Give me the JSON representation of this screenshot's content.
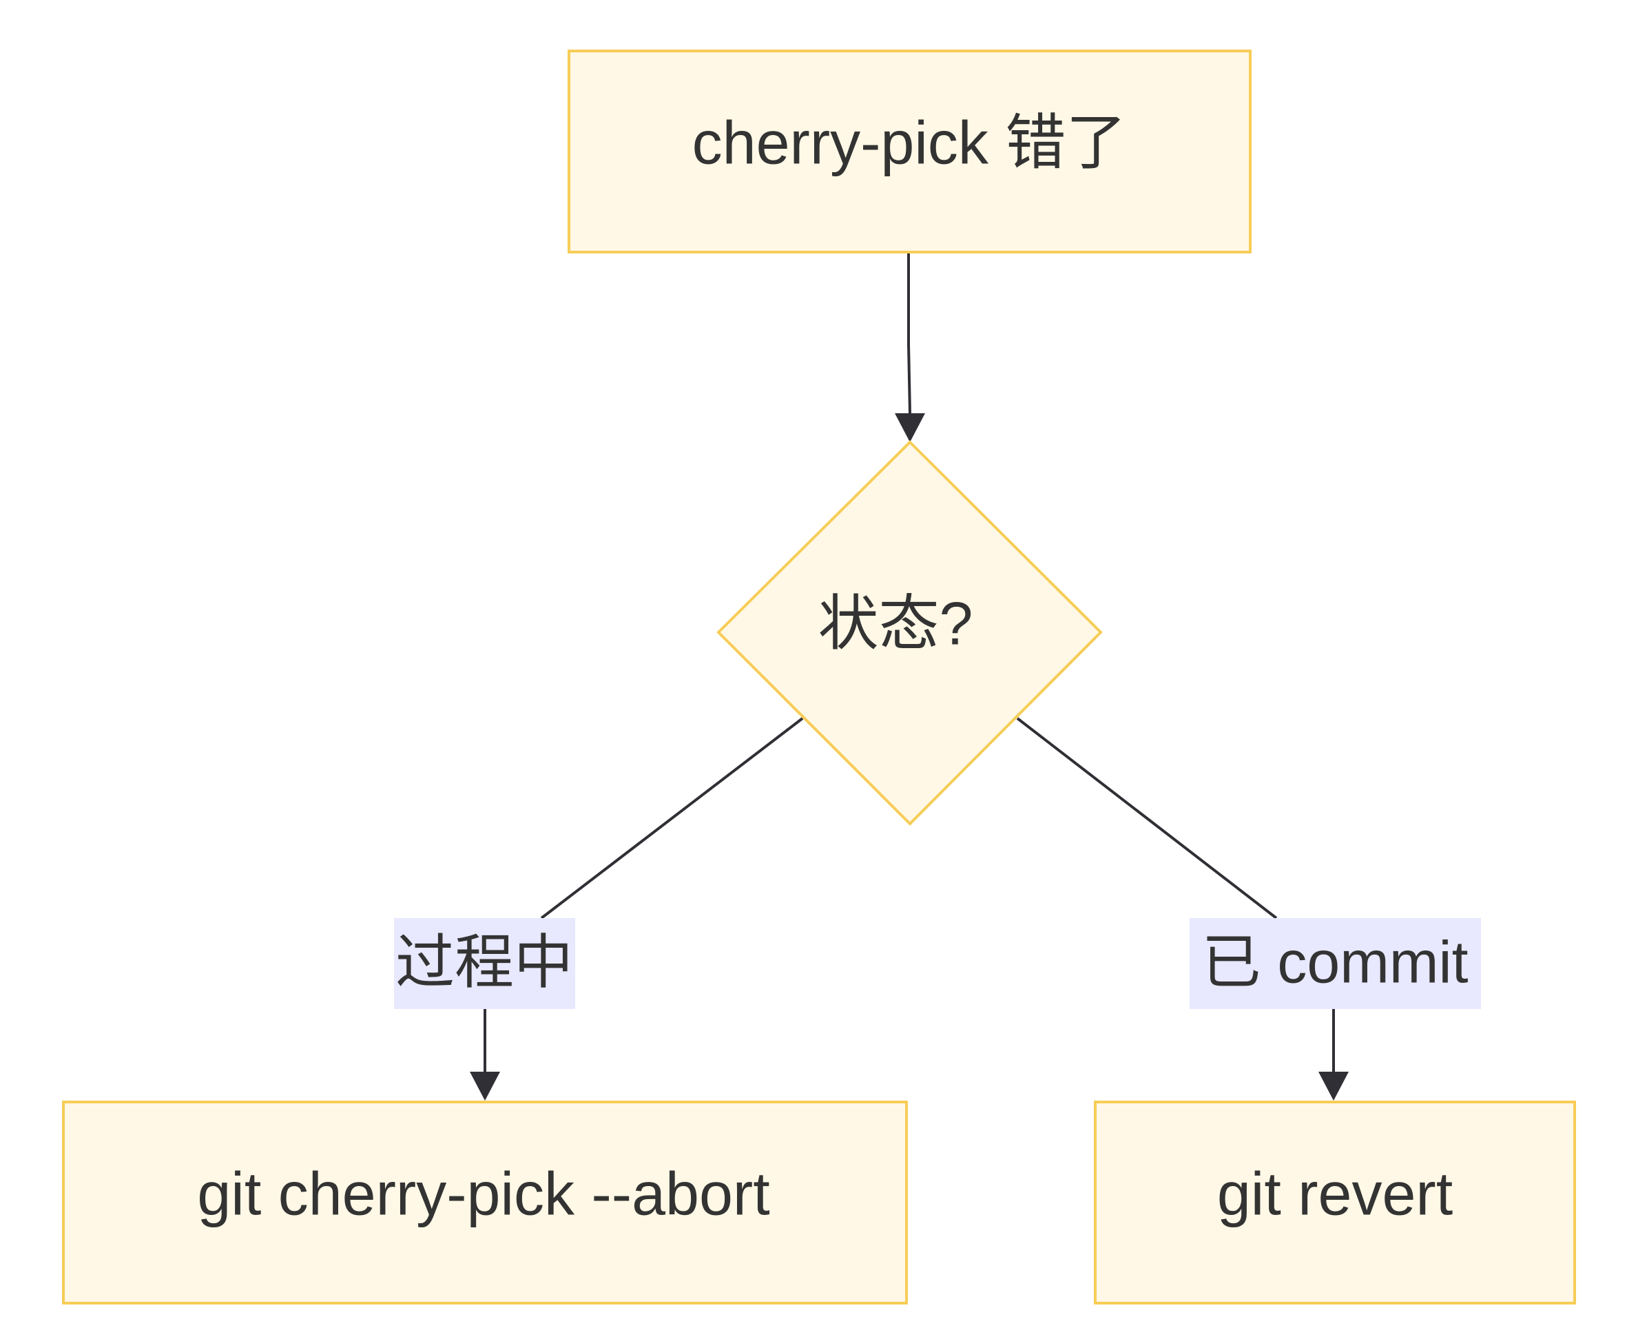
{
  "nodes": {
    "start": {
      "label": "cherry-pick 错了"
    },
    "decision": {
      "label": "状态?"
    },
    "abort": {
      "label": "git cherry-pick --abort"
    },
    "revert": {
      "label": "git revert"
    }
  },
  "edges": {
    "in_progress": {
      "label": "过程中"
    },
    "committed": {
      "label": "已 commit"
    }
  },
  "colors": {
    "node_fill": "#fff8e6",
    "node_border": "#f7cd57",
    "edge_label_bg": "#e8e8ff",
    "edge_line": "#2f2f35",
    "text": "#333333"
  }
}
